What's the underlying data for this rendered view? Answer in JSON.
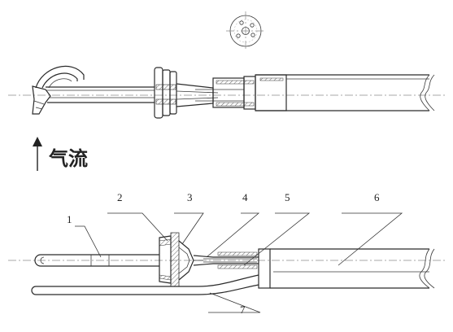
{
  "labels": {
    "airflow": "气流",
    "callouts": [
      "1",
      "2",
      "3",
      "4",
      "5",
      "6",
      "7"
    ]
  }
}
